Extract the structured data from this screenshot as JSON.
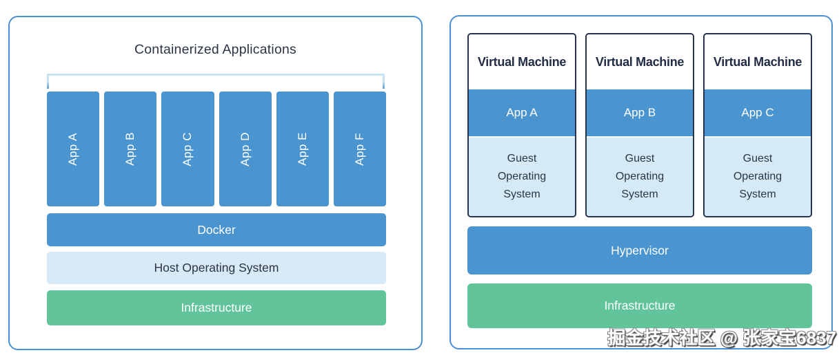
{
  "left_panel": {
    "title": "Containerized Applications",
    "apps": [
      "App A",
      "App B",
      "App C",
      "App D",
      "App E",
      "App F"
    ],
    "layers": {
      "docker": "Docker",
      "host_os": "Host Operating System",
      "infrastructure": "Infrastructure"
    }
  },
  "right_panel": {
    "vms": [
      {
        "title": "Virtual Machine",
        "app": "App A",
        "guest_os": "Guest\nOperating\nSystem"
      },
      {
        "title": "Virtual Machine",
        "app": "App B",
        "guest_os": "Guest\nOperating\nSystem"
      },
      {
        "title": "Virtual Machine",
        "app": "App C",
        "guest_os": "Guest\nOperating\nSystem"
      }
    ],
    "layers": {
      "hypervisor": "Hypervisor",
      "infrastructure": "Infrastructure"
    }
  },
  "watermark": "掘金技术社区 @ 张家宝6837",
  "colors": {
    "primary_blue": "#4A94D0",
    "light_blue": "#D8E9F7",
    "bracket_blue": "#C8E2F4",
    "green": "#61C49B",
    "panel_border": "#4A90D2",
    "vm_border": "#28324E",
    "dark_text": "#2B3447"
  }
}
